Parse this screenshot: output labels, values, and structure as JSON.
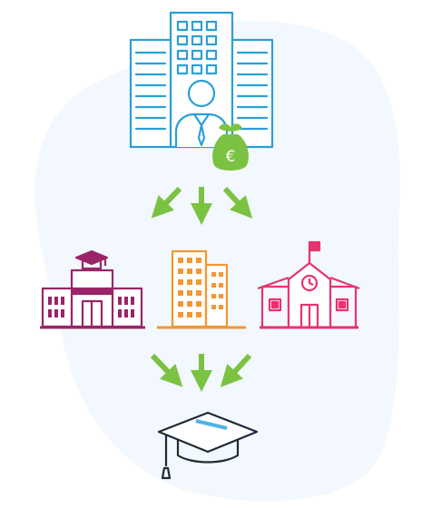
{
  "diagram": {
    "kind": "funding-flow-illustration",
    "nodes": [
      {
        "id": "corporate-sponsor",
        "icon": "office-building-with-businessman-icon",
        "color": "#2b9fd8"
      },
      {
        "id": "euro-money-bag",
        "icon": "euro-money-bag-icon",
        "color": "#7cc242",
        "symbol": "€"
      },
      {
        "id": "university",
        "icon": "university-building-icon",
        "color": "#9b2468"
      },
      {
        "id": "company",
        "icon": "office-tower-icon",
        "color": "#f39633"
      },
      {
        "id": "school",
        "icon": "school-building-icon",
        "color": "#e8336f"
      },
      {
        "id": "graduation",
        "icon": "graduation-cap-icon",
        "color": "#1f2a36",
        "accent": "#4fb3e5"
      }
    ],
    "arrow_color": "#7cc242",
    "background_blob_color": "#f2f8fd",
    "arrow_groups": [
      {
        "id": "top-arrows",
        "from": "corporate-sponsor",
        "to": [
          "university",
          "company",
          "school"
        ]
      },
      {
        "id": "bottom-arrows",
        "from": [
          "university",
          "company",
          "school"
        ],
        "to": "graduation"
      }
    ]
  }
}
